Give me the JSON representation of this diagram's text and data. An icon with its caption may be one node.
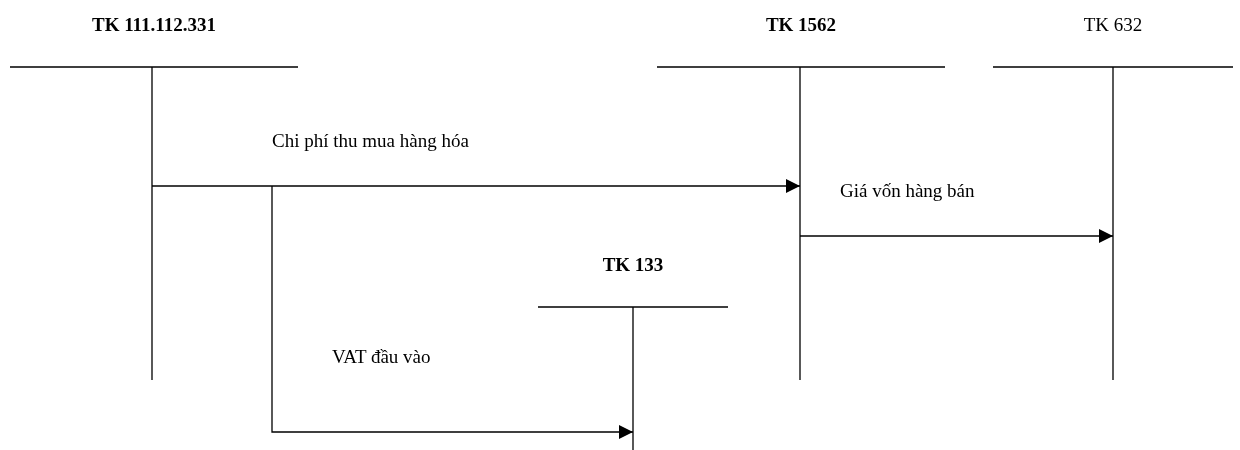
{
  "diagram": {
    "nodes": [
      {
        "text": [
          "TK 111.112.331"
        ]
      },
      {
        "text": [
          "TK 1562"
        ]
      },
      {
        "text": [
          "TK 632"
        ]
      },
      {
        "text": [
          "TK 133"
        ]
      }
    ],
    "edges": [
      {
        "from": 0,
        "to": 1,
        "arrow": "to",
        "label": "Chi phí thu mua hàng hóa"
      },
      {
        "from": 0,
        "to": 3,
        "arrow": "to",
        "label": "VAT đầu vào"
      },
      {
        "from": 1,
        "to": 2,
        "arrow": "to",
        "label": "Giá vốn hàng bán"
      }
    ]
  }
}
